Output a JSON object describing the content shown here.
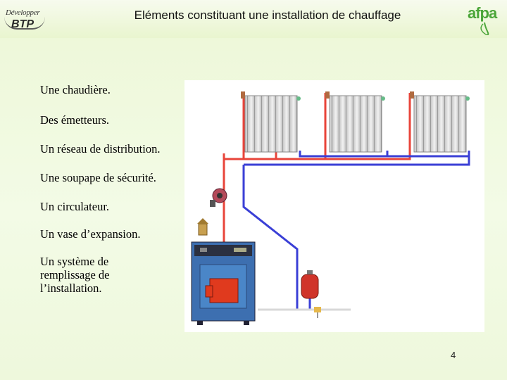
{
  "header": {
    "title": "Eléments constituant une installation de chauffage",
    "logo_left_top": "Développer",
    "logo_left_bottom": "BTP",
    "logo_right": "afpa"
  },
  "list": {
    "items": [
      "Une chaudière.",
      "Des émetteurs.",
      "Un réseau de distribution.",
      "Une soupape de sécurité.",
      "Un circulateur.",
      "Un vase d’expansion.",
      "Un système de",
      "remplissage de",
      "l’installation."
    ]
  },
  "diagram": {
    "components": [
      "radiator",
      "radiator",
      "radiator",
      "circulator-pump",
      "safety-valve",
      "boiler",
      "expansion-vessel",
      "filling-valve"
    ],
    "colors": {
      "supply_pipe": "#e8443a",
      "return_pipe": "#3a3fd6",
      "boiler_body": "#3d6fb0",
      "burner": "#e03a1e"
    }
  },
  "footer": {
    "page_number": "4"
  }
}
